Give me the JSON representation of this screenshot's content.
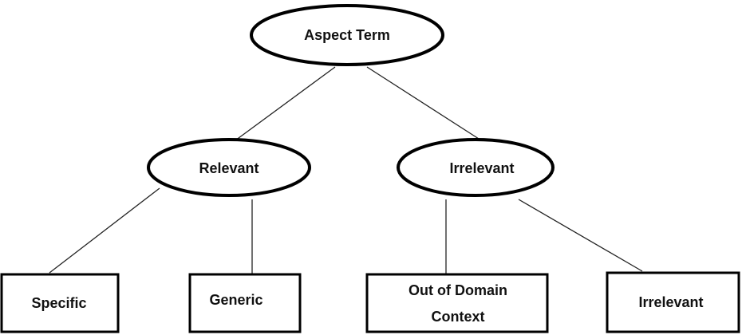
{
  "root": {
    "label": "Aspect Term"
  },
  "level1": {
    "relevant": {
      "label": "Relevant"
    },
    "irrelevant": {
      "label": "Irrelevant"
    }
  },
  "leaves": {
    "specific": {
      "label": "Specific"
    },
    "generic": {
      "label": "Generic"
    },
    "out_of_domain": {
      "line1": "Out of Domain",
      "line2": "Context"
    },
    "irrelevant": {
      "label": "Irrelevant"
    }
  }
}
